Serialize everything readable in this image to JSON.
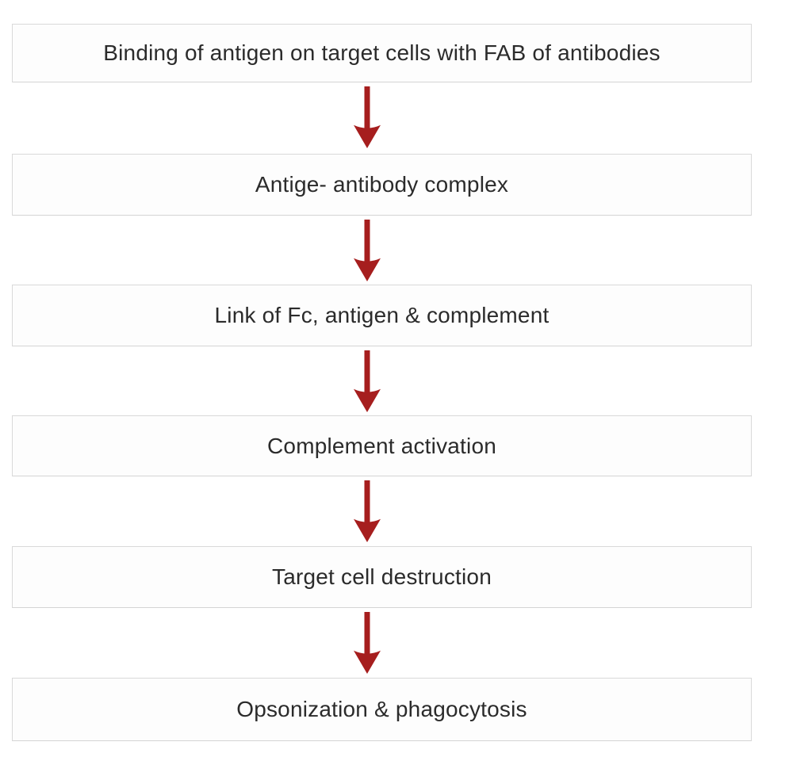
{
  "diagram": {
    "type": "flowchart",
    "direction": "top-to-bottom",
    "steps": [
      {
        "label": "Binding of antigen on target cells with FAB of antibodies"
      },
      {
        "label": "Antige- antibody complex"
      },
      {
        "label": "Link of Fc, antigen & complement"
      },
      {
        "label": "Complement activation"
      },
      {
        "label": "Target cell destruction"
      },
      {
        "label": "Opsonization & phagocytosis"
      }
    ],
    "arrow_count": 5,
    "colors": {
      "arrow": "#a61e1e",
      "box_border": "#d9d9d9",
      "box_background": "#fdfdfd",
      "text": "#2b2b2b",
      "page_background": "#ffffff"
    }
  }
}
